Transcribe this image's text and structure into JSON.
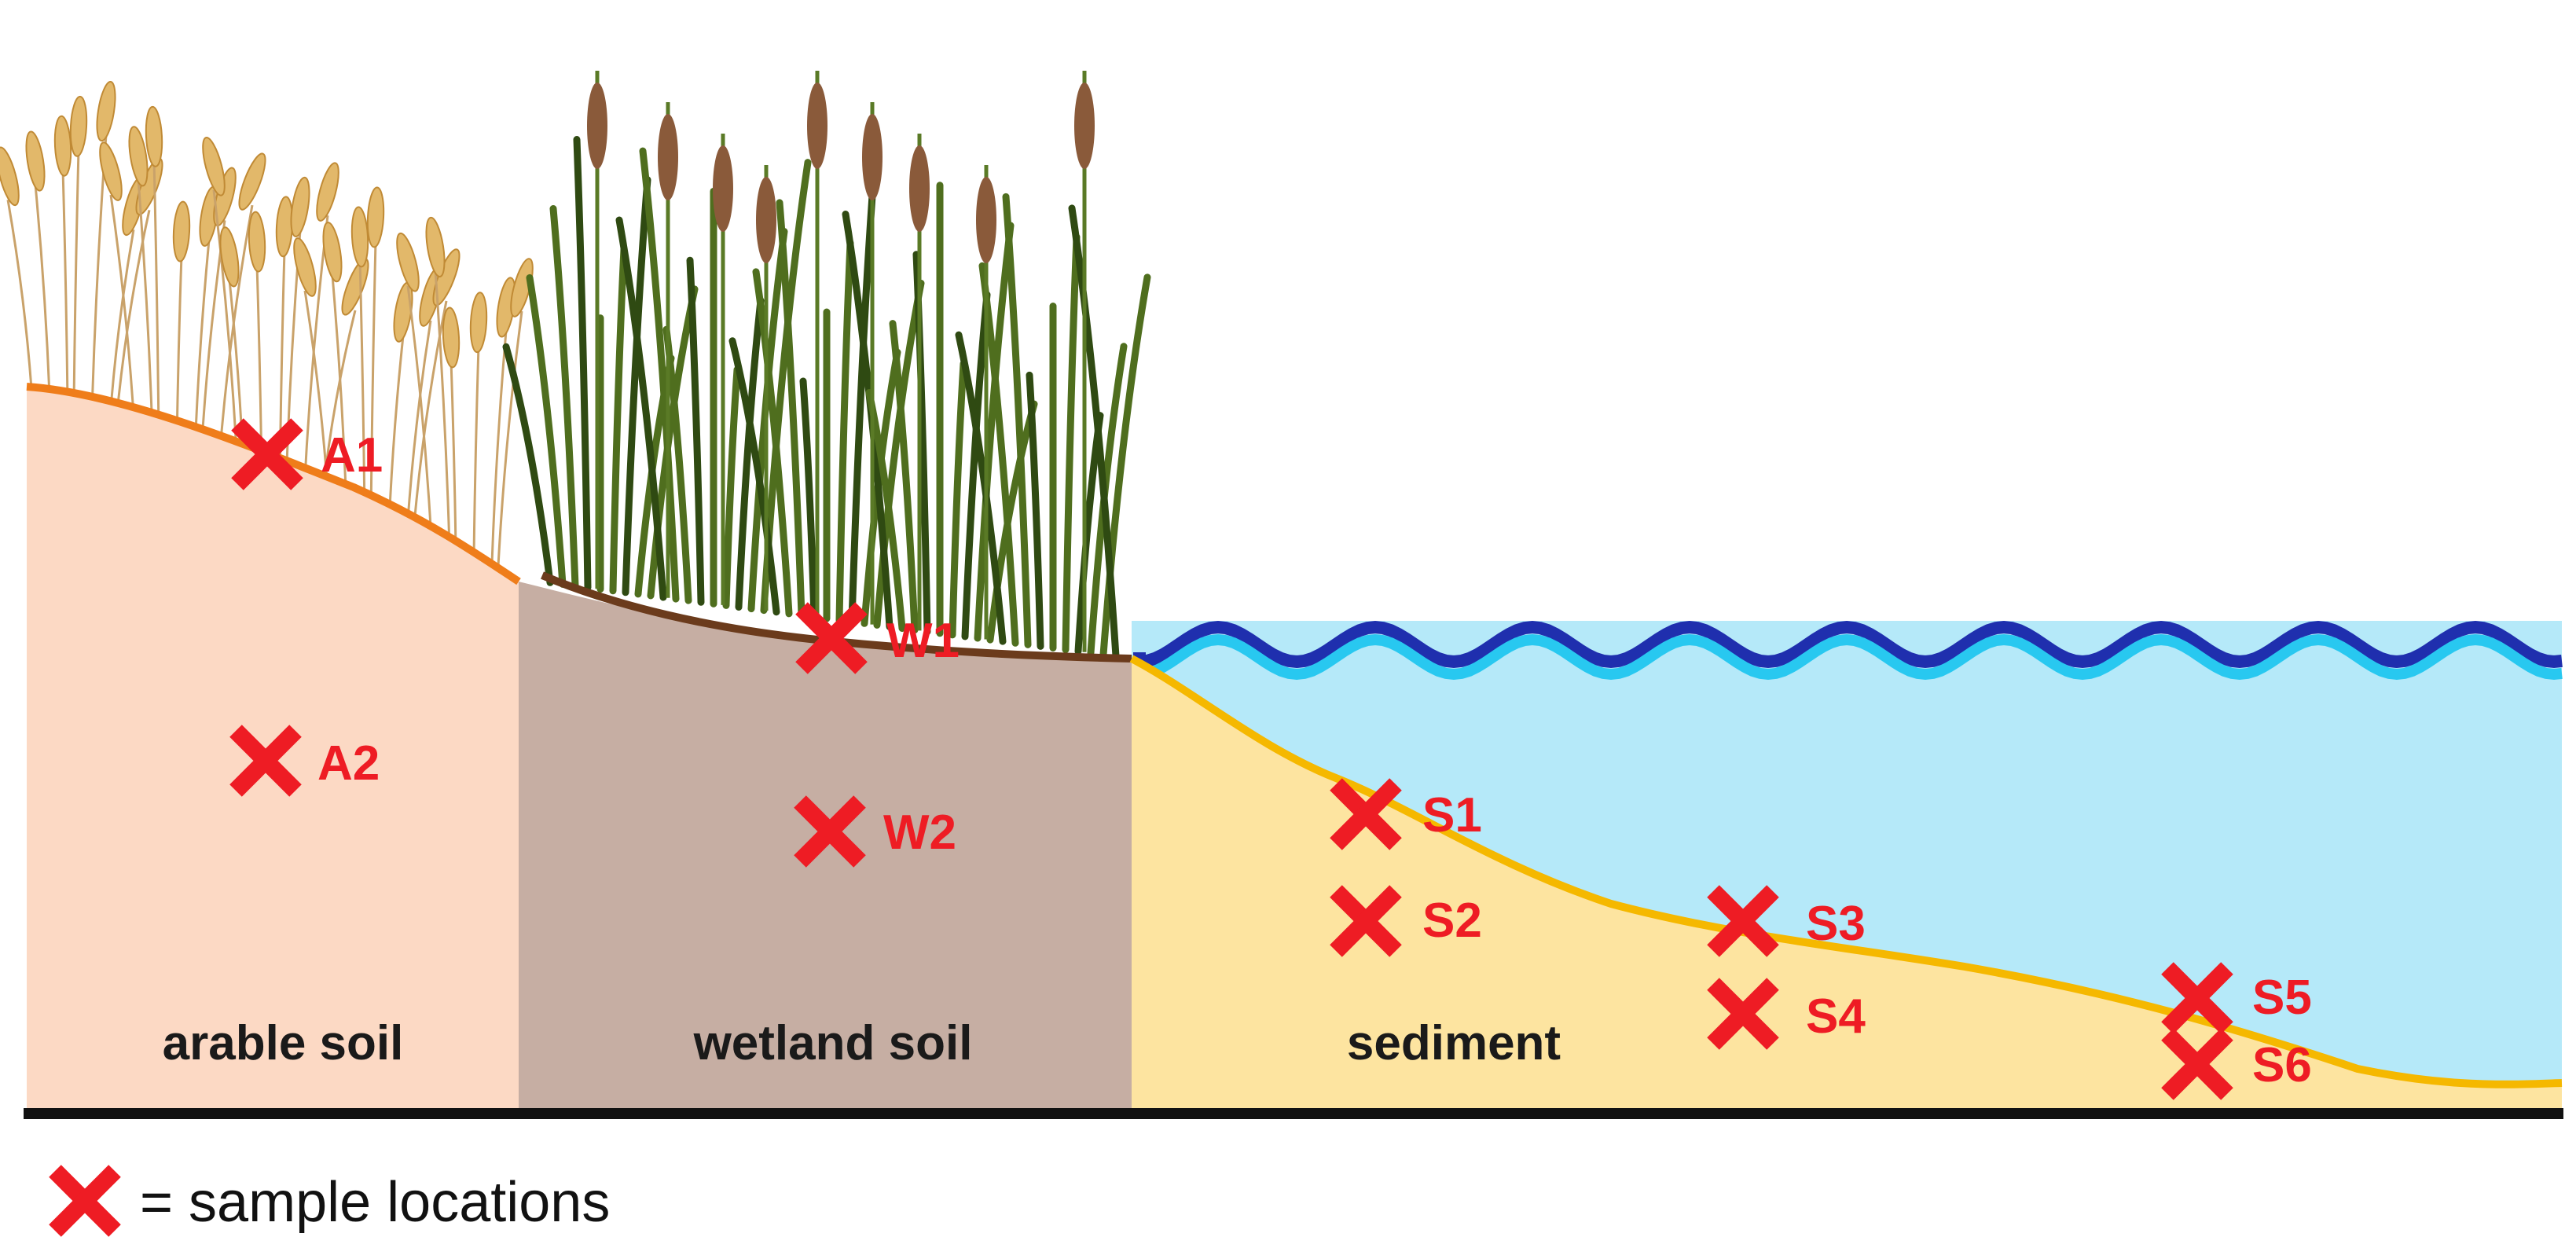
{
  "zones": {
    "arable": "arable soil",
    "wetland": "wetland soil",
    "sediment": "sediment"
  },
  "samples": {
    "A1": "A1",
    "A2": "A2",
    "W1": "W1",
    "W2": "W2",
    "S1": "S1",
    "S2": "S2",
    "S3": "S3",
    "S4": "S4",
    "S5": "S5",
    "S6": "S6"
  },
  "legend": {
    "text": "= sample locations",
    "marker": "red-x-icon"
  },
  "colors": {
    "arable_soil": "#fcd9c4",
    "wetland_soil": "#c6aea3",
    "sediment": "#fde4a0",
    "water": "#b5e9f9",
    "marker": "#ee1c24",
    "arable_line": "#ef7d1a",
    "wetland_line": "#6b3b1c",
    "sediment_line": "#f5b800"
  }
}
